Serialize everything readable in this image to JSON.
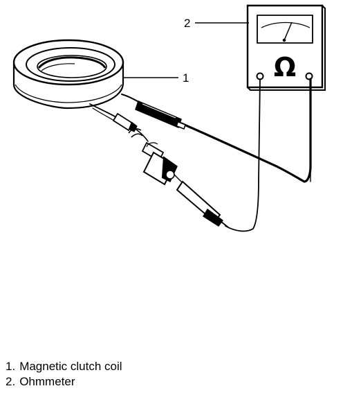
{
  "callouts": [
    {
      "number": "1"
    },
    {
      "number": "2"
    }
  ],
  "meter": {
    "symbol": "Ω"
  },
  "legend": {
    "items": [
      {
        "number": "1.",
        "label": "Magnetic clutch coil"
      },
      {
        "number": "2.",
        "label": "Ohmmeter"
      }
    ]
  }
}
